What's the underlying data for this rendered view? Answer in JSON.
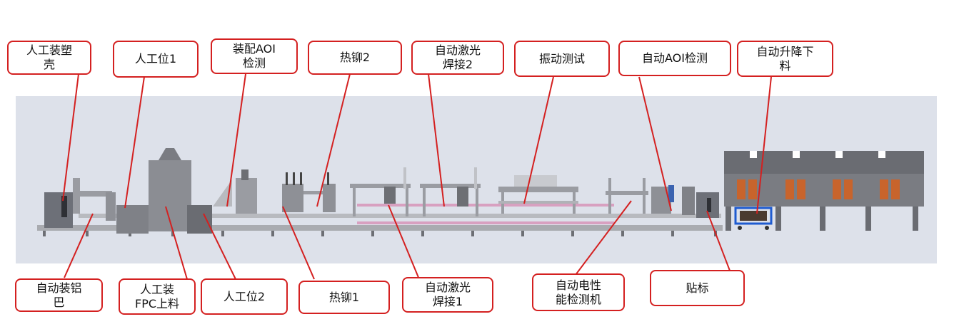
{
  "colors": {
    "callout_border": "#d42020",
    "leader_line": "#d42020",
    "background_panel": "#dde1ea",
    "machine_body": "#8e9096",
    "machine_dark": "#5c5e63",
    "oven_door": "#c8642c",
    "conveyor_pink": "#d8a0c0"
  },
  "labels": {
    "top": [
      "人工装塑\n壳",
      "人工位1",
      "装配AOI\n检测",
      "热铆2",
      "自动激光\n焊接2",
      "振动测试",
      "自动AOI检测",
      "自动升降下\n料"
    ],
    "bottom": [
      "自动装铝\n巴",
      "人工装\nFPC上料",
      "人工位2",
      "热铆1",
      "自动激光\n焊接1",
      "自动电性\n能检测机",
      "贴标"
    ]
  }
}
